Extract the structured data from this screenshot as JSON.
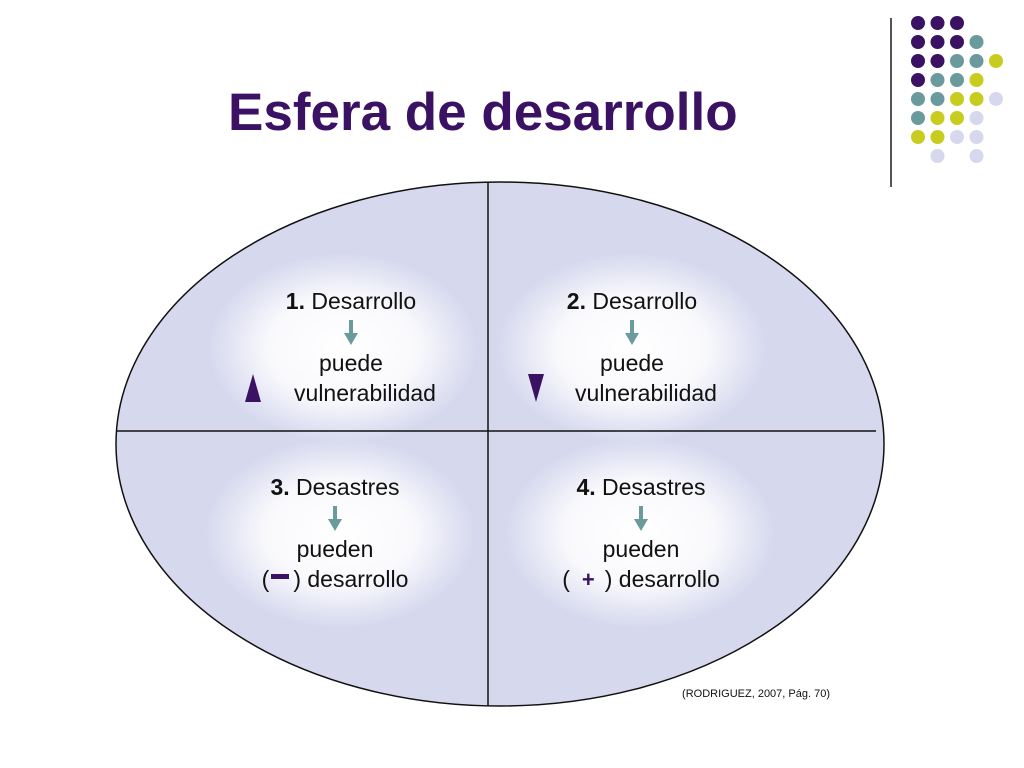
{
  "title": "Esfera de desarrollo",
  "colors": {
    "title": "#3a1163",
    "ellipse_fill": "#d6d8ee",
    "quadrant_glow": "#ffffff",
    "arrow": "#6a9a9c",
    "sign": "#3a1163",
    "dot_purple": "#3a1163",
    "dot_teal": "#6a9a9c",
    "dot_yellow": "#c8cc1f",
    "dot_lavender": "#d6d8ee"
  },
  "quadrants": [
    {
      "number": "1.",
      "subject": "Desarrollo",
      "verb": "puede",
      "object": "vulnerabilidad",
      "sign": "triangle-up-icon"
    },
    {
      "number": "2.",
      "subject": "Desarrollo",
      "verb": "puede",
      "object": "vulnerabilidad",
      "sign": "triangle-down-icon"
    },
    {
      "number": "3.",
      "subject": "Desastres",
      "verb": "pueden",
      "open_paren": "(",
      "close_paren": ") desarrollo",
      "sign": "minus-icon"
    },
    {
      "number": "4.",
      "subject": "Desastres",
      "verb": "pueden",
      "open_paren": "(",
      "sign_text": "+",
      "close_paren": ") desarrollo",
      "sign": "plus-icon"
    }
  ],
  "citation": "(RODRIGUEZ, 2007, Pág. 70)"
}
